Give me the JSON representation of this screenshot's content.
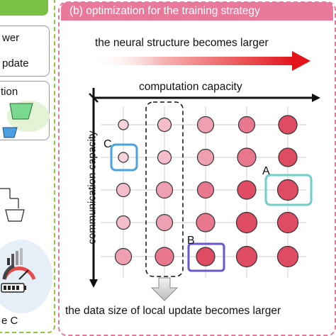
{
  "left_panel": {
    "item1_text": "wer",
    "item2_text": "pdate",
    "item3_text": "tion",
    "bottom_text": "e C"
  },
  "right_panel": {
    "header": "(b) optimization for the training strategy",
    "top_arrow_label": "the neural structure becomes larger",
    "x_axis_label": "computation capacity",
    "y_axis_label": "communication capacity",
    "bottom_label": "the data size of local update becomes larger",
    "markers": {
      "a": "A",
      "b": "B",
      "c": "C"
    }
  },
  "colors": {
    "left_accent": "#7ac143",
    "right_accent": "#e8799a",
    "arrow_red": "#e3151b",
    "box_a": "#6fcfc7",
    "box_b": "#6b57c9",
    "box_c": "#4aa3df"
  },
  "circle_grid": {
    "rows": 5,
    "cols": 5,
    "radius_levels": [
      1,
      2,
      3,
      4,
      5
    ],
    "color_levels": [
      "#f8d3dc",
      "#f5bccb",
      "#ef9fb2",
      "#e9788f",
      "#e04b64"
    ]
  }
}
